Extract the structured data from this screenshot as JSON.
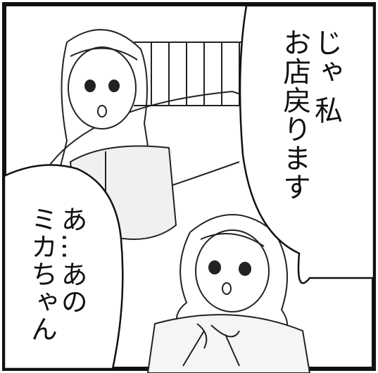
{
  "speech_bubbles": [
    {
      "lines": [
        "じゃ 私",
        "お店戻ります"
      ]
    },
    {
      "lines": [
        "あ…あの",
        "ミカちゃん"
      ]
    }
  ]
}
